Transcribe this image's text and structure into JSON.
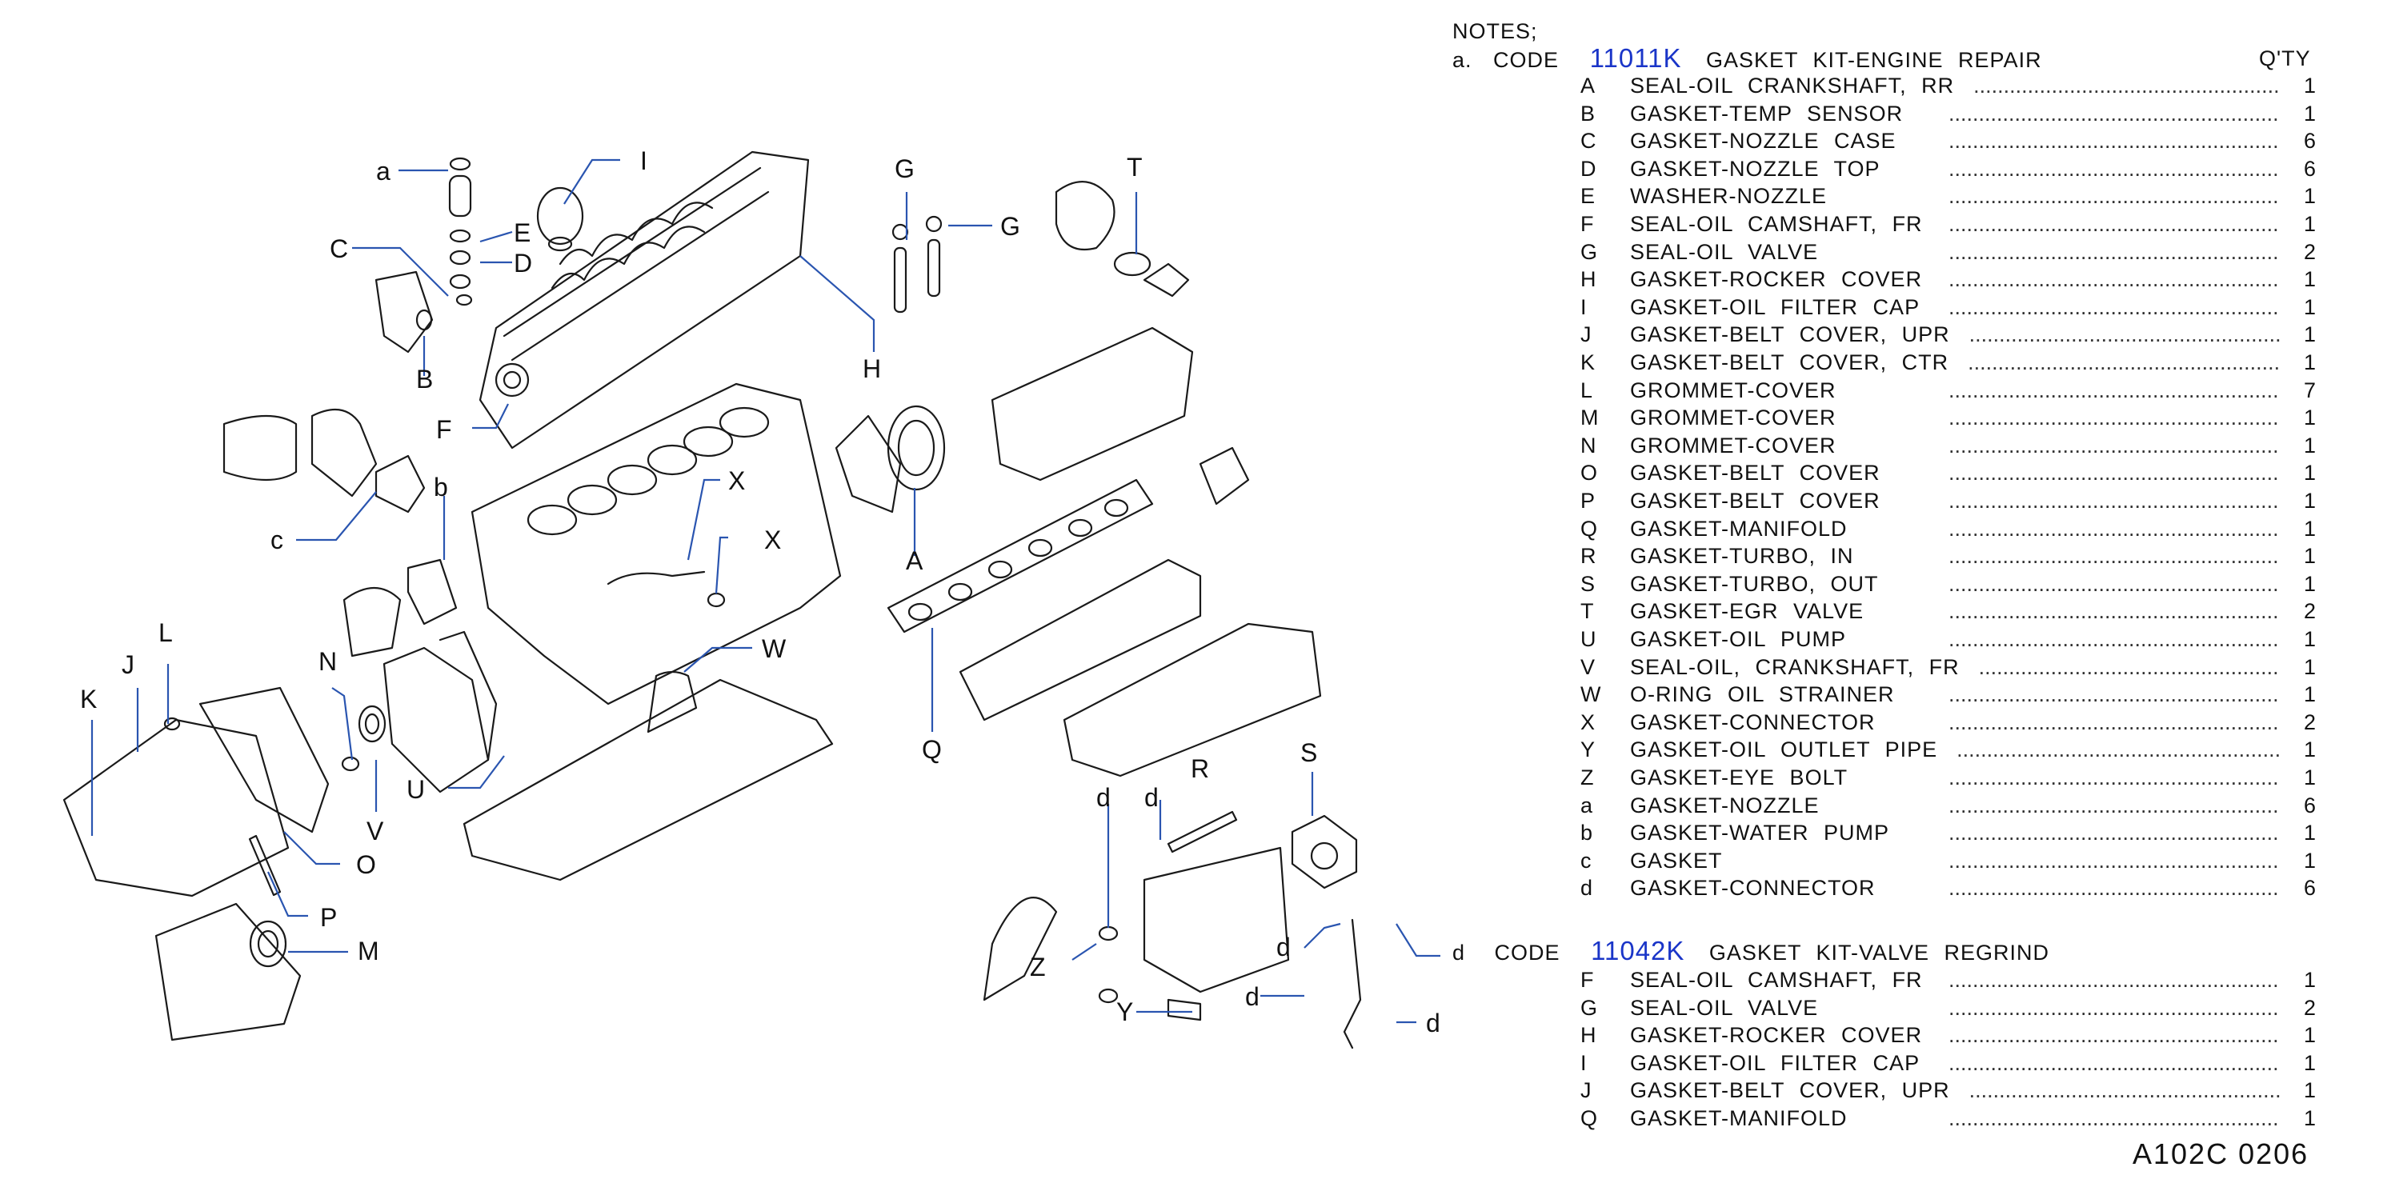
{
  "notes": {
    "title": "NOTES;",
    "kit_a": {
      "marker": "a.",
      "code_word": "CODE",
      "code": "11011K",
      "name": "GASKET KIT-ENGINE REPAIR",
      "qty_header": "Q'TY"
    },
    "items_a": [
      {
        "key": "A",
        "desc": "SEAL-OIL CRANKSHAFT, RR",
        "qty": "1"
      },
      {
        "key": "B",
        "desc": "GASKET-TEMP SENSOR",
        "qty": "1"
      },
      {
        "key": "C",
        "desc": "GASKET-NOZZLE CASE",
        "qty": "6"
      },
      {
        "key": "D",
        "desc": "GASKET-NOZZLE TOP",
        "qty": "6"
      },
      {
        "key": "E",
        "desc": "WASHER-NOZZLE",
        "qty": "1"
      },
      {
        "key": "F",
        "desc": "SEAL-OIL CAMSHAFT, FR",
        "qty": "1"
      },
      {
        "key": "G",
        "desc": "SEAL-OIL VALVE",
        "qty": "2"
      },
      {
        "key": "H",
        "desc": "GASKET-ROCKER COVER",
        "qty": "1"
      },
      {
        "key": "I",
        "desc": "GASKET-OIL FILTER CAP",
        "qty": "1"
      },
      {
        "key": "J",
        "desc": "GASKET-BELT COVER, UPR",
        "qty": "1"
      },
      {
        "key": "K",
        "desc": "GASKET-BELT COVER, CTR",
        "qty": "1"
      },
      {
        "key": "L",
        "desc": "GROMMET-COVER",
        "qty": "7"
      },
      {
        "key": "M",
        "desc": "GROMMET-COVER",
        "qty": "1"
      },
      {
        "key": "N",
        "desc": "GROMMET-COVER",
        "qty": "1"
      },
      {
        "key": "O",
        "desc": "GASKET-BELT COVER",
        "qty": "1"
      },
      {
        "key": "P",
        "desc": "GASKET-BELT COVER",
        "qty": "1"
      },
      {
        "key": "Q",
        "desc": "GASKET-MANIFOLD",
        "qty": "1"
      },
      {
        "key": "R",
        "desc": "GASKET-TURBO, IN",
        "qty": "1"
      },
      {
        "key": "S",
        "desc": "GASKET-TURBO, OUT",
        "qty": "1"
      },
      {
        "key": "T",
        "desc": "GASKET-EGR VALVE",
        "qty": "2"
      },
      {
        "key": "U",
        "desc": "GASKET-OIL PUMP",
        "qty": "1"
      },
      {
        "key": "V",
        "desc": "SEAL-OIL, CRANKSHAFT, FR",
        "qty": "1"
      },
      {
        "key": "W",
        "desc": "O-RING OIL STRAINER",
        "qty": "1"
      },
      {
        "key": "X",
        "desc": "GASKET-CONNECTOR",
        "qty": "2"
      },
      {
        "key": "Y",
        "desc": "GASKET-OIL OUTLET PIPE",
        "qty": "1"
      },
      {
        "key": "Z",
        "desc": "GASKET-EYE BOLT",
        "qty": "1"
      },
      {
        "key": "a",
        "desc": "GASKET-NOZZLE",
        "qty": "6"
      },
      {
        "key": "b",
        "desc": "GASKET-WATER PUMP",
        "qty": "1"
      },
      {
        "key": "c",
        "desc": "GASKET",
        "qty": "1"
      },
      {
        "key": "d",
        "desc": "GASKET-CONNECTOR",
        "qty": "6"
      }
    ],
    "kit_d": {
      "marker": "d",
      "code_word": "CODE",
      "code": "11042K",
      "name": "GASKET KIT-VALVE REGRIND"
    },
    "items_d": [
      {
        "key": "F",
        "desc": "SEAL-OIL CAMSHAFT, FR",
        "qty": "1"
      },
      {
        "key": "G",
        "desc": "SEAL-OIL VALVE",
        "qty": "2"
      },
      {
        "key": "H",
        "desc": "GASKET-ROCKER COVER",
        "qty": "1"
      },
      {
        "key": "I",
        "desc": "GASKET-OIL FILTER CAP",
        "qty": "1"
      },
      {
        "key": "J",
        "desc": "GASKET-BELT COVER, UPR",
        "qty": "1"
      },
      {
        "key": "Q",
        "desc": "GASKET-MANIFOLD",
        "qty": "1"
      }
    ],
    "leader_dots": "......................................................................................................"
  },
  "footer": {
    "ref": "A102C  0206"
  },
  "callouts": {
    "a": "a",
    "I": "I",
    "E": "E",
    "D": "D",
    "C": "C",
    "B": "B",
    "F": "F",
    "G1": "G",
    "G2": "G",
    "T": "T",
    "H": "H",
    "b": "b",
    "c": "c",
    "X1": "X",
    "X2": "X",
    "A": "A",
    "Q": "Q",
    "W": "W",
    "L": "L",
    "J": "J",
    "K": "K",
    "N": "N",
    "V": "V",
    "U": "U",
    "O": "O",
    "P": "P",
    "M": "M",
    "R": "R",
    "S": "S",
    "d1": "d",
    "d2": "d",
    "d3": "d",
    "d4": "d",
    "d5": "d",
    "d6": "d",
    "Z": "Z",
    "Y": "Y"
  },
  "colors": {
    "code_blue": "#1a35c8",
    "leader_blue": "#2a55b0",
    "line": "#1a1a1a",
    "background": "#ffffff"
  }
}
